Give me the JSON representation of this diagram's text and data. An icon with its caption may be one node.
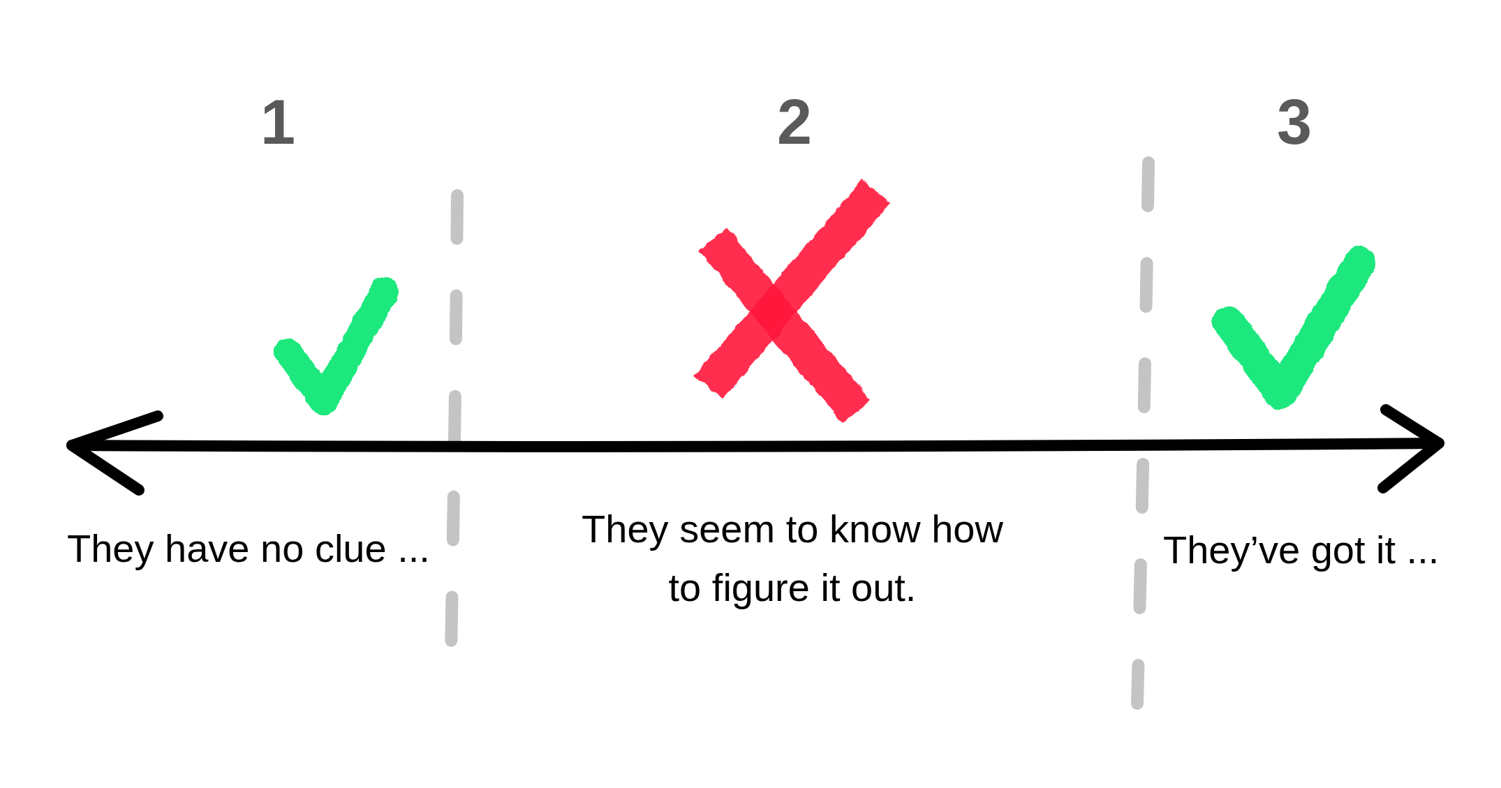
{
  "diagram": {
    "labels": [
      "1",
      "2",
      "3",
      "They have no clue ...",
      "They seem to know how to figure it out.",
      "They’ve got it ..."
    ]
  }
}
